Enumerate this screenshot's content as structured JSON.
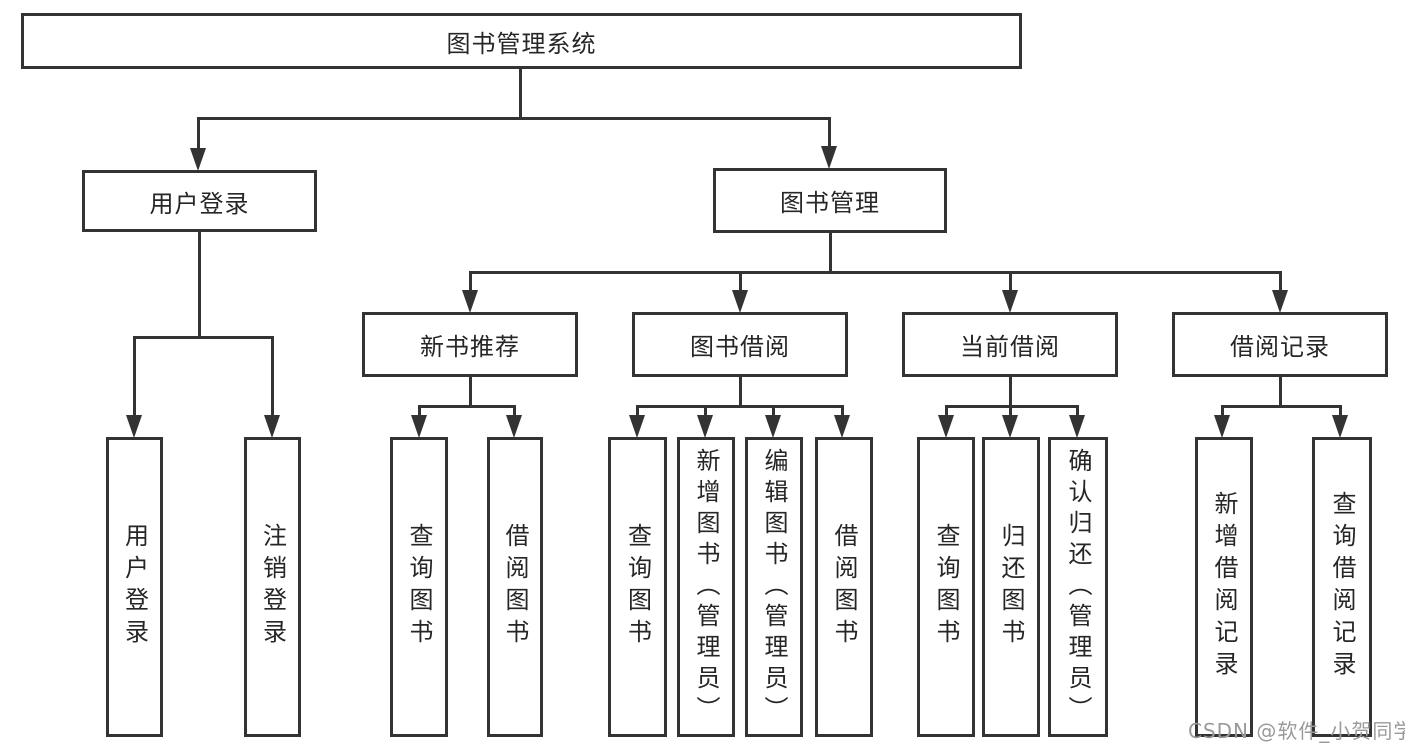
{
  "nodes": {
    "root": "图书管理系统",
    "user_login": "用户登录",
    "book_mgmt": "图书管理",
    "new_book_rec": "新书推荐",
    "book_borrow": "图书借阅",
    "current_borrow": "当前借阅",
    "borrow_record": "借阅记录",
    "ul_login": "用户登录",
    "ul_logout": "注销登录",
    "nb_query": "查询图书",
    "nb_borrow": "借阅图书",
    "bb_query": "查询图书",
    "bb_add": "新增图书（管理员）",
    "bb_edit": "编辑图书（管理员）",
    "bb_borrow": "借阅图书",
    "cb_query": "查询图书",
    "cb_return": "归还图书",
    "cb_confirm": "确认归还（管理员）",
    "br_add": "新增借阅记录",
    "br_query": "查询借阅记录"
  },
  "watermark": "CSDN @软件_小贺同学",
  "colors": {
    "line": "#333333",
    "text": "#262626",
    "watermark": "#9a9a9a",
    "background": "#ffffff"
  }
}
